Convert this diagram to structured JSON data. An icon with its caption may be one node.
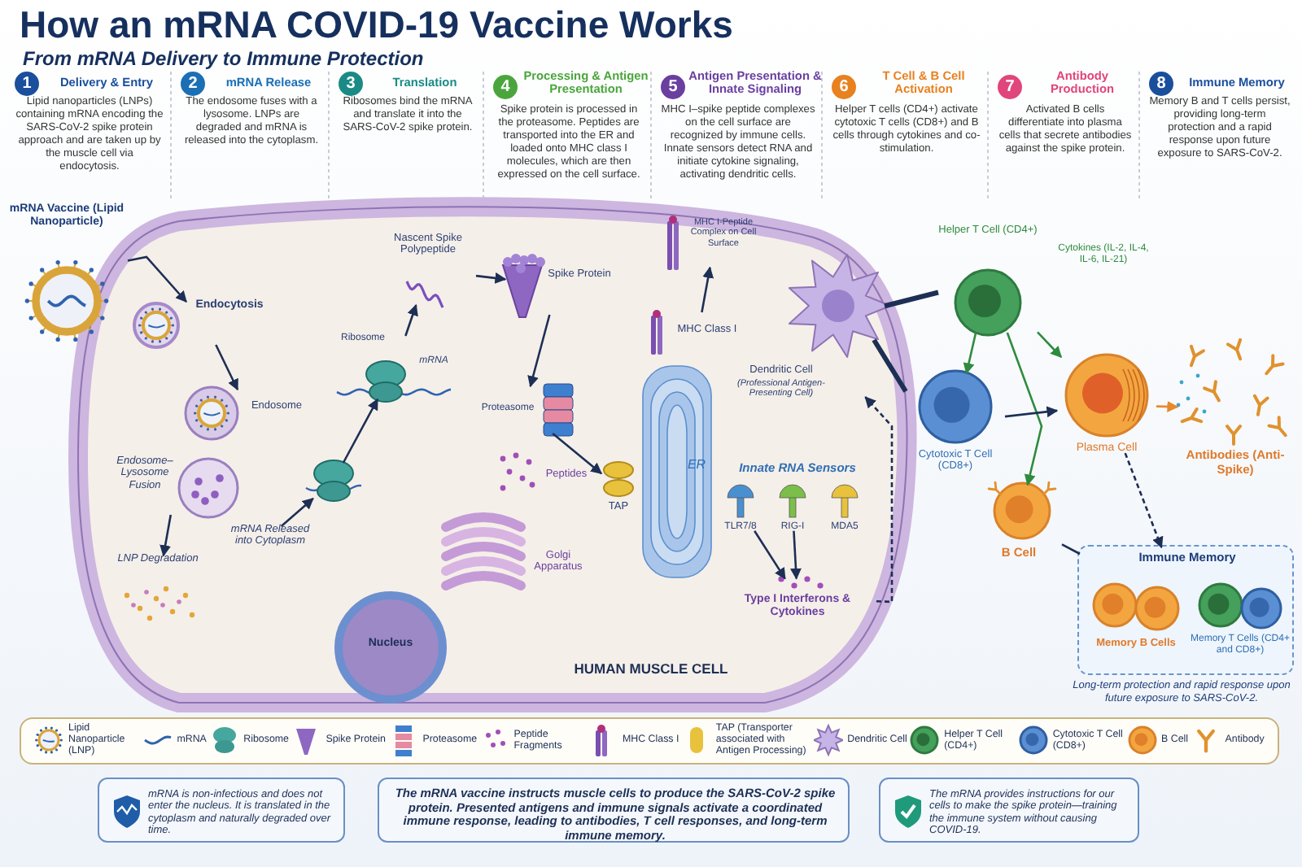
{
  "diagram": {
    "title": "How an mRNA COVID-19 Vaccine Works",
    "nodes": [
      {
        "text": [
          "HUMAN MUSCLE CELL"
        ]
      },
      {
        "text": [
          "mRNA Vaccine (Lipid Nanoparticle)"
        ]
      },
      {
        "text": [
          "Endocytosis"
        ],
        "in": 0
      },
      {
        "text": [
          "Endosome"
        ],
        "in": 0
      },
      {
        "text": [
          "Endosome–Lysosome Fusion"
        ],
        "in": 0
      },
      {
        "text": [
          "LNP Degradation"
        ],
        "in": 0
      },
      {
        "text": [
          "mRNA Released into Cytoplasm"
        ],
        "in": 0
      },
      {
        "text": [],
        "shape": "picture",
        "in": 0
      },
      {
        "text": [
          "Ribosome",
          "mRNA"
        ],
        "in": 0
      },
      {
        "text": [
          "Nascent Spike Polypeptide"
        ],
        "in": 0
      },
      {
        "text": [
          "Spike Protein"
        ],
        "in": 0
      },
      {
        "text": [
          "Proteasome"
        ],
        "in": 0
      },
      {
        "text": [
          "Peptides"
        ],
        "in": 0
      },
      {
        "text": [
          "TAP"
        ],
        "in": 0
      },
      {
        "text": [
          "ER"
        ],
        "in": 0
      },
      {
        "text": [
          "MHC Class I"
        ],
        "in": 0
      },
      {
        "text": [
          "MHC I-Peptide Complex on Cell Surface"
        ],
        "in": 0
      },
      {
        "text": [
          "Golgi Apparatus"
        ],
        "in": 0
      },
      {
        "text": [
          "Nucleus"
        ],
        "in": 0
      },
      {
        "text": [
          "Dendritic Cell",
          "(Professional Antigen-Presenting Cell)"
        ],
        "in": 0
      },
      {
        "text": [
          "TLR7/8"
        ],
        "in": 0
      },
      {
        "text": [
          "RIG-I"
        ],
        "in": 0
      },
      {
        "text": [
          "MDA5"
        ],
        "in": 0
      },
      {
        "text": [
          "Type I Interferons & Cytokines"
        ],
        "in": 0
      },
      {
        "text": [
          "Helper T Cell (CD4+)"
        ]
      },
      {
        "text": [
          "Cytotoxic T Cell (CD8+)"
        ]
      },
      {
        "text": [
          "Plasma Cell"
        ]
      },
      {
        "text": [
          "B Cell"
        ]
      },
      {
        "text": [
          "Antibodies (Anti-Spike)"
        ]
      },
      {
        "text": [
          "Immune Memory"
        ]
      },
      {
        "text": [
          "Memory B Cells"
        ],
        "in": 29
      },
      {
        "text": [
          "Memory T Cells (CD4+ and CD8+)"
        ],
        "in": 29
      },
      {
        "text": [
          "mRNA is non-infectious and does not enter the nucleus. It is translated in the cytoplasm and naturally degraded over time."
        ]
      },
      {
        "text": [
          "The mRNA vaccine instructs muscle cells to produce the SARS-CoV-2 spike protein. Presented antigens and immune signals activate a coordinated immune response, leading to antibodies, T cell responses, and long-term immune memory."
        ]
      },
      {
        "text": [
          "The mRNA provides instructions for our cells to make the spike protein—training the immune system without causing COVID-19."
        ]
      }
    ],
    "edges": [
      {
        "from": 1,
        "to": 2,
        "arrow": "to"
      },
      {
        "from": 2,
        "to": 3,
        "arrow": "to"
      },
      {
        "from": 4,
        "to": 5,
        "arrow": "to"
      },
      {
        "from": 6,
        "to": 7,
        "arrow": "to"
      },
      {
        "from": 7,
        "to": 8,
        "arrow": "to"
      },
      {
        "from": 8,
        "to": 9,
        "arrow": "to"
      },
      {
        "from": 9,
        "to": 10,
        "arrow": "to"
      },
      {
        "from": 10,
        "to": 11,
        "arrow": "to"
      },
      {
        "from": 11,
        "to": 13,
        "arrow": "to"
      },
      {
        "from": 15,
        "to": 16,
        "arrow": "to"
      },
      {
        "from": 19,
        "to": 24,
        "arrow": "none",
        "style": "thick"
      },
      {
        "from": 19,
        "to": 25,
        "arrow": "none",
        "style": "thick"
      },
      {
        "from": 20,
        "to": 23,
        "arrow": "to"
      },
      {
        "from": 21,
        "to": 23,
        "arrow": "to"
      },
      {
        "from": 23,
        "to": 19,
        "arrow": "to",
        "style": "dashed"
      },
      {
        "from": 24,
        "to": 25,
        "arrow": "to",
        "color": "#2e8b3e"
      },
      {
        "from": 24,
        "to": 26,
        "arrow": "to",
        "color": "#2e8b3e"
      },
      {
        "from": 24,
        "to": 27,
        "arrow": "to",
        "color": "#2e8b3e"
      },
      {
        "from": 25,
        "to": 26,
        "arrow": "to"
      },
      {
        "from": 26,
        "to": 28,
        "arrow": "to",
        "color": "#e8892b"
      },
      {
        "from": 26,
        "to": 29,
        "arrow": "to",
        "style": "dashed"
      },
      {
        "from": 27,
        "to": 29,
        "arrow": "none"
      }
    ],
    "labels": [
      "From mRNA Delivery to Immune Protection",
      "1",
      "Delivery & Entry",
      "Lipid nanoparticles (LNPs) containing mRNA encoding the SARS-CoV-2 spike protein approach and are taken up by the muscle cell via endocytosis.",
      "2",
      "mRNA Release",
      "The endosome fuses with a lysosome. LNPs are degraded and mRNA is released into the cytoplasm.",
      "3",
      "Translation",
      "Ribosomes bind the mRNA and translate it into the SARS-CoV-2 spike protein.",
      "4",
      "Processing & Antigen Presentation",
      "Spike protein is processed in the proteasome. Peptides are transported into the ER and loaded onto MHC class I molecules, which are then expressed on the cell surface.",
      "5",
      "Antigen Presentation & Innate Signaling",
      "MHC I–spike peptide complexes on the cell surface are recognized by immune cells. Innate sensors detect RNA and initiate cytokine signaling, activating dendritic cells.",
      "6",
      "T Cell & B Cell Activation",
      "Helper T cells (CD4+) activate cytotoxic T cells (CD8+) and B cells through cytokines and co-stimulation.",
      "7",
      "Antibody Production",
      "Activated B cells differentiate into plasma cells that secrete antibodies against the spike protein.",
      "8",
      "Immune Memory",
      "Memory B and T cells persist, providing long-term protection and a rapid response upon future exposure to SARS-CoV-2.",
      "Innate RNA Sensors",
      "Cytokines (IL-2, IL-4, IL-6, IL-21)",
      "Long-term protection and rapid response upon future exposure to SARS-CoV-2."
    ],
    "legend": [
      {
        "text": "Lipid Nanoparticle (LNP)"
      },
      {
        "text": "mRNA"
      },
      {
        "text": "Ribosome"
      },
      {
        "text": "Spike Protein"
      },
      {
        "text": "Proteasome"
      },
      {
        "text": "Peptide Fragments"
      },
      {
        "text": "MHC Class I"
      },
      {
        "text": "TAP (Transporter associated with Antigen Processing)"
      },
      {
        "text": "Dendritic Cell"
      },
      {
        "text": "Helper T Cell (CD4+)"
      },
      {
        "text": "Cytotoxic T Cell (CD8+)"
      },
      {
        "text": "B Cell"
      },
      {
        "text": "Antibody"
      }
    ]
  }
}
